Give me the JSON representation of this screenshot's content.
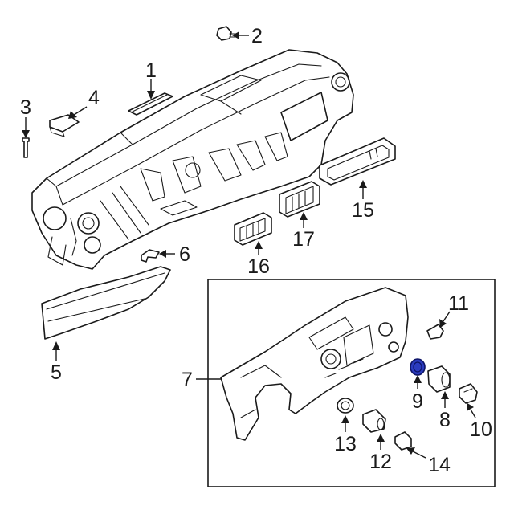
{
  "callouts": {
    "c1": "1",
    "c2": "2",
    "c3": "3",
    "c4": "4",
    "c5": "5",
    "c6": "6",
    "c7": "7",
    "c8": "8",
    "c9": "9",
    "c10": "10",
    "c11": "11",
    "c12": "12",
    "c13": "13",
    "c14": "14",
    "c15": "15",
    "c16": "16",
    "c17": "17"
  },
  "colors": {
    "line": "#1a1a1a",
    "highlight": "#2b3bbf",
    "background": "#ffffff"
  }
}
